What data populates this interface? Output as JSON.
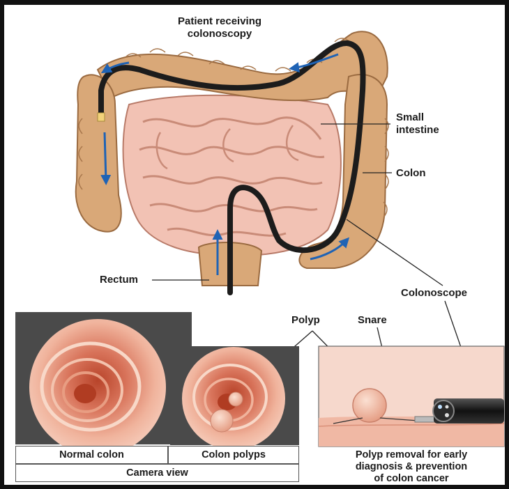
{
  "labels": {
    "title": "Patient receiving\ncolonoscopy",
    "small_intestine": "Small\nintestine",
    "colon": "Colon",
    "rectum": "Rectum",
    "colonoscope": "Colonoscope",
    "polyp": "Polyp",
    "snare": "Snare"
  },
  "captions": {
    "normal_colon": "Normal colon",
    "colon_polyps": "Colon polyps",
    "camera_view": "Camera view",
    "polyp_removal": "Polyp removal for early\ndiagnosis & prevention\nof colon cancer"
  },
  "colors": {
    "colon": "#d9a878",
    "intestine": "#f2c2b4",
    "scope": "#222222",
    "arrow": "#1f63b5",
    "lumen": "#e59a82"
  }
}
